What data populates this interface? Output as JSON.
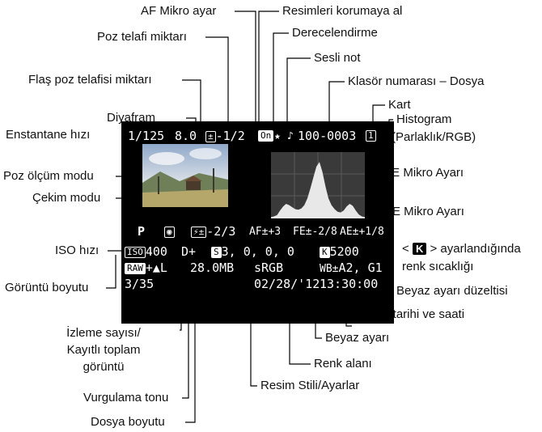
{
  "labels": {
    "af_mikro": "AF Mikro ayar",
    "koruma": "Resimleri korumaya al",
    "poz_telafi": "Poz telafi miktarı",
    "derecelendirme": "Derecelendirme",
    "sesli_not": "Sesli not",
    "flas_poz": "Flaş poz telafisi miktarı",
    "klasor": "Klasör numarası – Dosya",
    "kart": "Kart",
    "diyafram": "Diyafram",
    "histogram_1": "Histogram",
    "histogram_2": "(Parlaklık/RGB)",
    "enstantane": "Enstantane hızı",
    "poz_olcum": "Poz ölçüm modu",
    "fe_mikro": "FE Mikro Ayarı",
    "cekim_modu": "Çekim modu",
    "ae_mikro": "AE Mikro Ayarı",
    "iso": "ISO hızı",
    "renk_sic_1a": "<",
    "renk_sic_1_icon": "K",
    "renk_sic_1b": "> ayarlandığında",
    "renk_sic_2": "renk sıcaklığı",
    "goruntu_boyutu": "Görüntü boyutu",
    "beyaz_duzeltisi": "Beyaz ayarı düzeltisi",
    "tarih_saat": "Çekim tarihi ve saati",
    "beyaz_ayari": "Beyaz ayarı",
    "izleme_1": "İzleme sayısı/",
    "izleme_2": "Kayıtlı toplam",
    "izleme_3": "görüntü",
    "renk_alani": "Renk alanı",
    "resim_stili": "Resim Stili/Ayarlar",
    "vurgulama": "Vurgulama tonu",
    "dosya_boyutu": "Dosya boyutu"
  },
  "screen": {
    "shutter": "1/125",
    "aperture": "8.0",
    "exp_comp_icon": "±",
    "exp_comp": "-1/2",
    "lock_icon": "On",
    "rating_icon": "★",
    "memo_icon": "♪",
    "file_no": "100-0003",
    "card_icon": "1",
    "mode": "P",
    "metering_icon": "◉",
    "flash_comp_icon": "⚡±",
    "flash_comp": "-2/3",
    "af_micro": "AF±+3",
    "fe_micro": "FE±-2/8",
    "ae_micro": "AE±+1/8",
    "iso_icon": "ISO",
    "iso": "400",
    "dplus": "D+",
    "style_icon": "S",
    "style_values": "3, 0, 0, 0",
    "k_icon": "K",
    "color_temp": "5200",
    "raw_icon": "RAW",
    "image_size": "+▲L",
    "file_size": "28.0MB",
    "color_space": "sRGB",
    "wb_shift_icon": "WB±",
    "wb_shift": "A2, G1",
    "play_count": "3/35",
    "date": "02/28/'12",
    "time": "13:30:00"
  },
  "histogram": [
    0.02,
    0.03,
    0.05,
    0.12,
    0.18,
    0.22,
    0.2,
    0.17,
    0.14,
    0.13,
    0.15,
    0.2,
    0.3,
    0.45,
    0.62,
    0.78,
    0.85,
    0.7,
    0.48,
    0.3,
    0.2,
    0.14,
    0.1,
    0.09,
    0.12,
    0.18,
    0.22,
    0.19,
    0.12,
    0.06,
    0.03,
    0.02
  ]
}
